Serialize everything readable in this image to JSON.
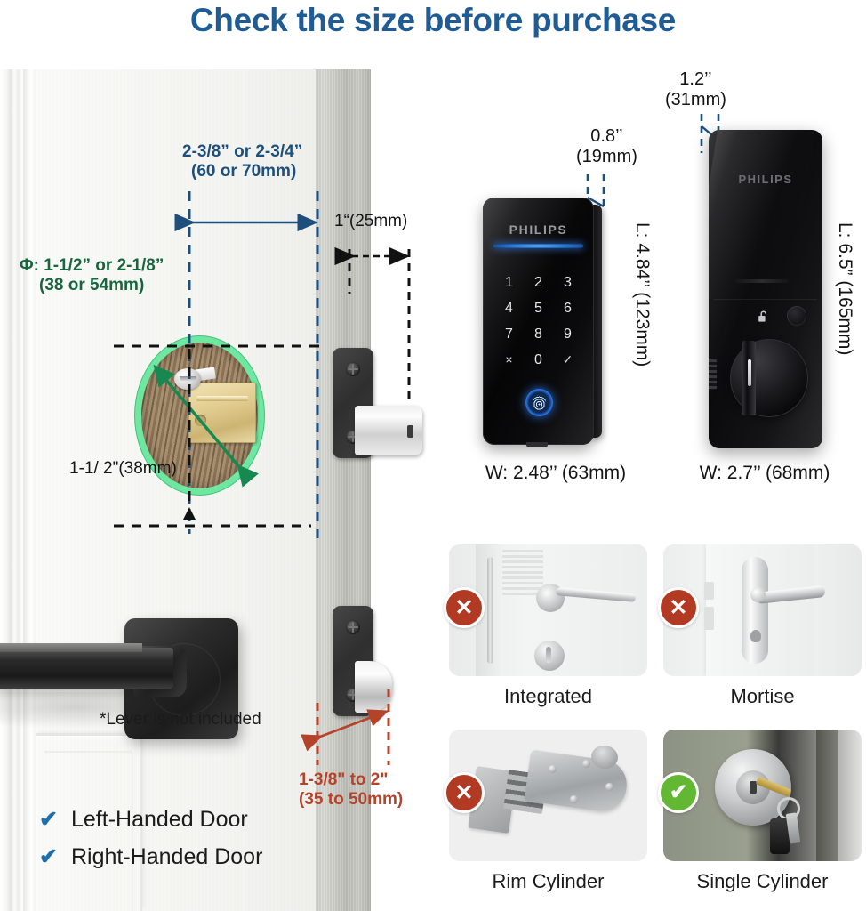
{
  "title": "Check the size before purchase",
  "door_diagram": {
    "backset": {
      "inches": "2-3/8” or 2-3/4”",
      "mm": "(60 or 70mm)"
    },
    "bore_diameter": {
      "inches": "Φ: 1-1/2” or 2-1/8”",
      "mm": "(38 or 54mm)"
    },
    "latch_face": "1“(25mm)",
    "cross_bore_height": "1-1/ 2\"(38mm)",
    "door_thickness": {
      "inches": "1-3/8\" to 2\"",
      "mm": "(35 to 50mm)"
    },
    "lever_note": "*Lever is not included",
    "handed": [
      {
        "label": "Left-Handed Door",
        "mark": "✔"
      },
      {
        "label": "Right-Handed Door",
        "mark": "✔"
      }
    ]
  },
  "front_unit": {
    "brand": "PHILIPS",
    "keys": [
      "1",
      "2",
      "3",
      "4",
      "5",
      "6",
      "7",
      "8",
      "9",
      "×",
      "0",
      "✓"
    ],
    "depth": {
      "inches": "0.8’’",
      "mm": "(19mm)"
    },
    "length": "L: 4.84’’ (123mm)",
    "width": "W: 2.48’’ (63mm)"
  },
  "rear_unit": {
    "brand": "PHILIPS",
    "depth": {
      "inches": "1.2’’",
      "mm": "(31mm)"
    },
    "length": "L: 6.5” (165mm)",
    "width": "W: 2.7’’ (68mm)"
  },
  "compatibility": {
    "cards": [
      {
        "label": "Integrated",
        "status": "no",
        "badge": "✕"
      },
      {
        "label": "Mortise",
        "status": "no",
        "badge": "✕"
      },
      {
        "label": "Rim Cylinder",
        "status": "no",
        "badge": "✕"
      },
      {
        "label": "Single Cylinder",
        "status": "yes",
        "badge": "✔"
      }
    ]
  },
  "colors": {
    "title_blue": "#1F5C96",
    "dim_blue": "#1C4F7C",
    "bore_green": "#17663E",
    "thickness_rust": "#B5432A",
    "check_blue": "#1F6FAD",
    "badge_no": "#B33A22",
    "badge_yes": "#62B832"
  }
}
